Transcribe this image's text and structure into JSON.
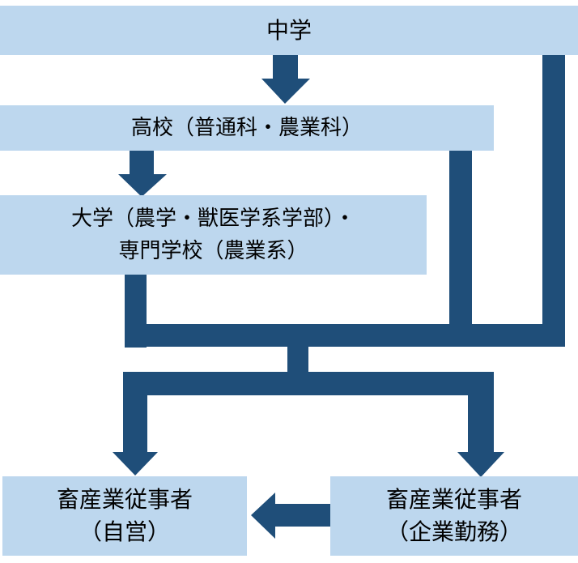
{
  "diagram": {
    "title": "畜産業従事者への進路",
    "colors": {
      "box_fill": "#bdd7ee",
      "connector": "#1f4e79",
      "text": "#000000"
    },
    "nodes": {
      "middle_school": {
        "lines": [
          "中学"
        ]
      },
      "high_school": {
        "lines": [
          "高校（普通科・農業科）"
        ]
      },
      "university": {
        "lines": [
          "大学（農学・獣医学系学部）・",
          "専門学校（農業系）"
        ]
      },
      "self_employed": {
        "lines": [
          "畜産業従事者",
          "（自営）"
        ]
      },
      "company_employed": {
        "lines": [
          "畜産業従事者",
          "（企業勤務）"
        ]
      }
    },
    "edges": [
      {
        "from": "middle_school",
        "to": "high_school"
      },
      {
        "from": "high_school",
        "to": "university"
      },
      {
        "from": "middle_school",
        "to": "self_employed"
      },
      {
        "from": "middle_school",
        "to": "company_employed"
      },
      {
        "from": "high_school",
        "to": "self_employed"
      },
      {
        "from": "high_school",
        "to": "company_employed"
      },
      {
        "from": "university",
        "to": "self_employed"
      },
      {
        "from": "university",
        "to": "company_employed"
      },
      {
        "from": "company_employed",
        "to": "self_employed"
      }
    ]
  }
}
